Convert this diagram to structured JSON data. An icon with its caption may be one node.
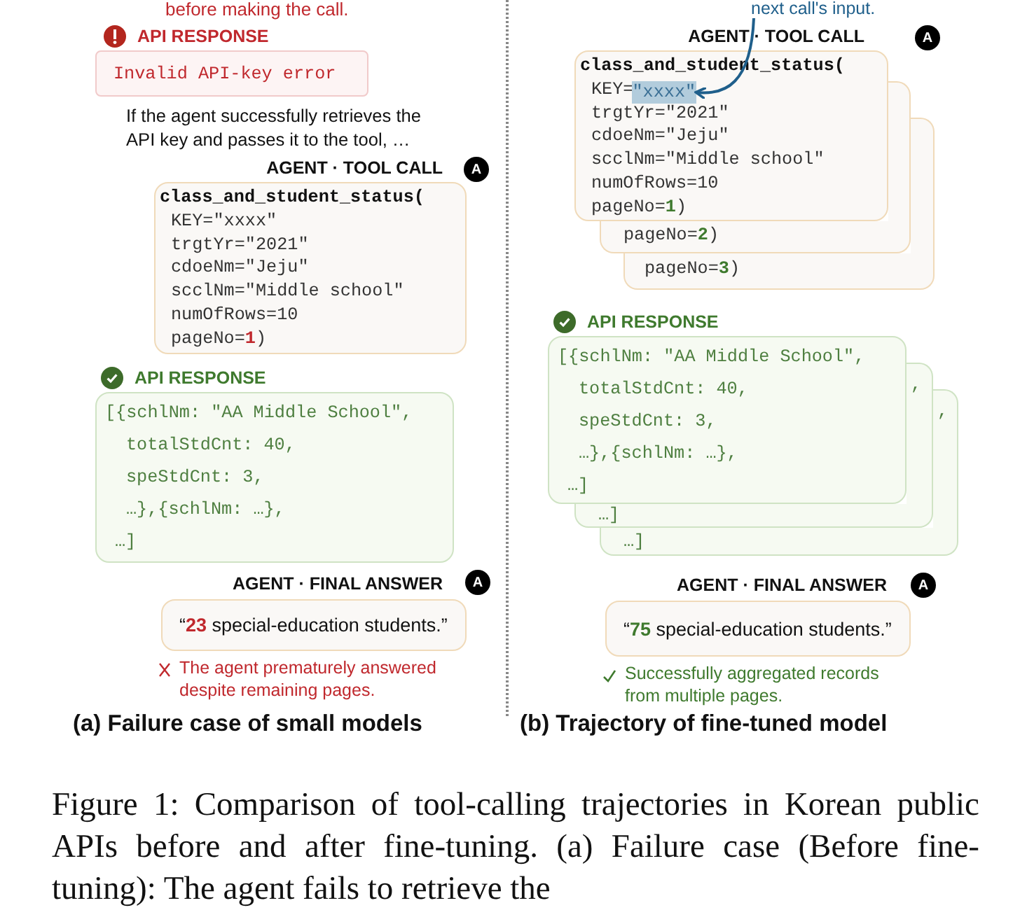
{
  "diagram": {
    "caption": "Figure 1: Comparison of tool-calling trajectories in Korean public APIs before and after fine-tuning. (a) Failure case (Before fine-tuning): The agent fails to retrieve the",
    "nodes": [
      {
        "text": [
          "API RESPONSE",
          "Invalid API-key error"
        ]
      },
      {
        "text": [
          "AGENT · TOOL CALL",
          "class_and_student_status(",
          "KEY=\"xxxx\"",
          "trgtYr=\"2021\"",
          "cdoeNm=\"Jeju\"",
          "scclNm=\"Middle school\"",
          "numOfRows=10",
          "pageNo=**1**)"
        ]
      },
      {
        "text": [
          "API RESPONSE",
          "[{schlNm: \"AA Middle School\",",
          "totalStdCnt: 40,",
          "speStdCnt: 3,",
          "…},{schlNm: …},",
          "…]"
        ]
      },
      {
        "text": [
          "AGENT · FINAL ANSWER",
          "“**23** special-education students.”"
        ],
        "beside": [
          "The agent prematurely answered despite remaining pages."
        ]
      },
      {
        "text": [
          "next call's input."
        ]
      },
      {
        "text": [
          "AGENT · TOOL CALL",
          "class_and_student_status(",
          "KEY=",
          "trgtYr=\"2021\"",
          "cdoeNm=\"Jeju\"",
          "scclNm=\"Middle school\"",
          "numOfRows=10",
          "pageNo=**1**)"
        ]
      },
      {
        "text": [
          "\"xxxx\""
        ],
        "in": 5
      },
      {
        "text": [
          "pageNo=**2**)"
        ]
      },
      {
        "text": [
          "pageNo=**3**)"
        ]
      },
      {
        "text": [
          "API RESPONSE",
          "[{schlNm: \"AA Middle School\",",
          "totalStdCnt: 40,",
          "speStdCnt: 3,",
          "…},{schlNm: …},",
          "…]"
        ]
      },
      {
        "text": [
          "…]"
        ]
      },
      {
        "text": [
          "…]"
        ]
      },
      {
        "text": [
          "AGENT · FINAL ANSWER",
          "“**75** special-education students.”"
        ],
        "beside": [
          "Successfully aggregated records from multiple pages."
        ]
      },
      {
        "text": [],
        "shape": "box"
      },
      {
        "text": [],
        "shape": "box"
      },
      {
        "text": [
          ","
        ]
      },
      {
        "text": [
          ","
        ]
      }
    ],
    "edges": [
      {
        "from": 4,
        "to": 6,
        "arrow": "to"
      }
    ],
    "labels": [
      "before making the call.",
      "If the agent successfully retrieves the API key and passes it to the tool, …",
      "A",
      "A",
      "A",
      "A",
      "(a) Failure case of small models",
      "(b) Trajectory of fine-tuned model"
    ]
  }
}
